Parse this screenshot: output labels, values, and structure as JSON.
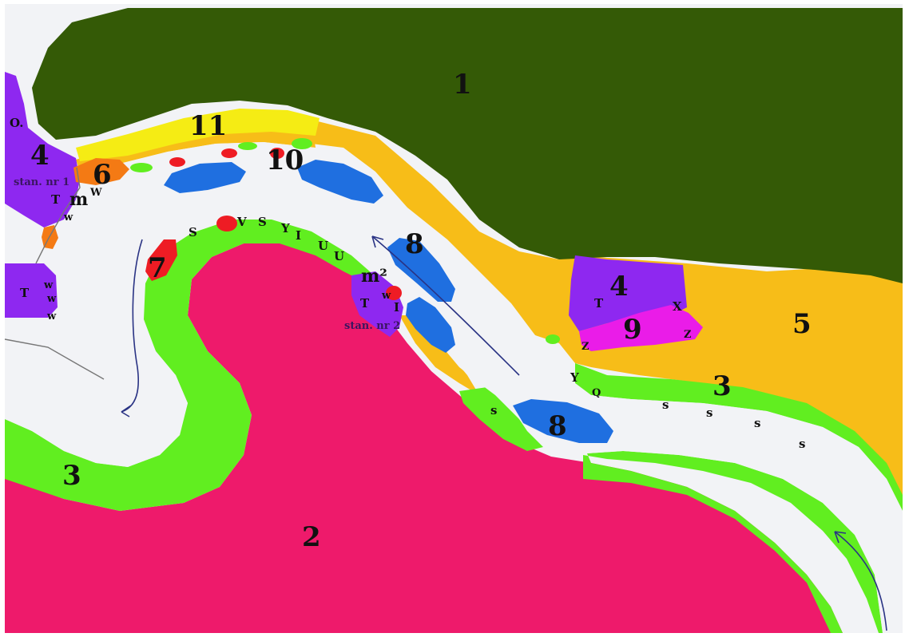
{
  "colors": {
    "background_sheet": "#f2f3f6",
    "zone_1": "#345a06",
    "zone_2": "#ee1a6b",
    "zone_3": "#61ee20",
    "zone_4": "#8e28f0",
    "zone_5": "#f7bd18",
    "zone_6": "#f47a14",
    "zone_7": "#ee1c24",
    "zone_8": "#1f6fe0",
    "zone_9": "#ea1ce8",
    "zone_11": "#f5ec14",
    "flow_arrow": "#2a3384"
  },
  "labels": {
    "n1": "1",
    "n2": "2",
    "n3_left": "3",
    "n3_right": "3",
    "n4_left": "4",
    "n4_right": "4",
    "n5": "5",
    "n6": "6",
    "n7": "7",
    "n8_upper": "8",
    "n8_lower": "8",
    "n9": "9",
    "n10": "10",
    "n11": "11",
    "o": "O.",
    "stan1": "stan. nr 1",
    "stan2": "stan. nr 2",
    "T": "T",
    "m": "m",
    "m2": "m²",
    "W": "W",
    "w": "w",
    "S": "S",
    "s": "s",
    "V": "V",
    "Y": "Y",
    "I": "I",
    "U": "U",
    "X": "X",
    "Z": "Z",
    "Q": "Q"
  }
}
